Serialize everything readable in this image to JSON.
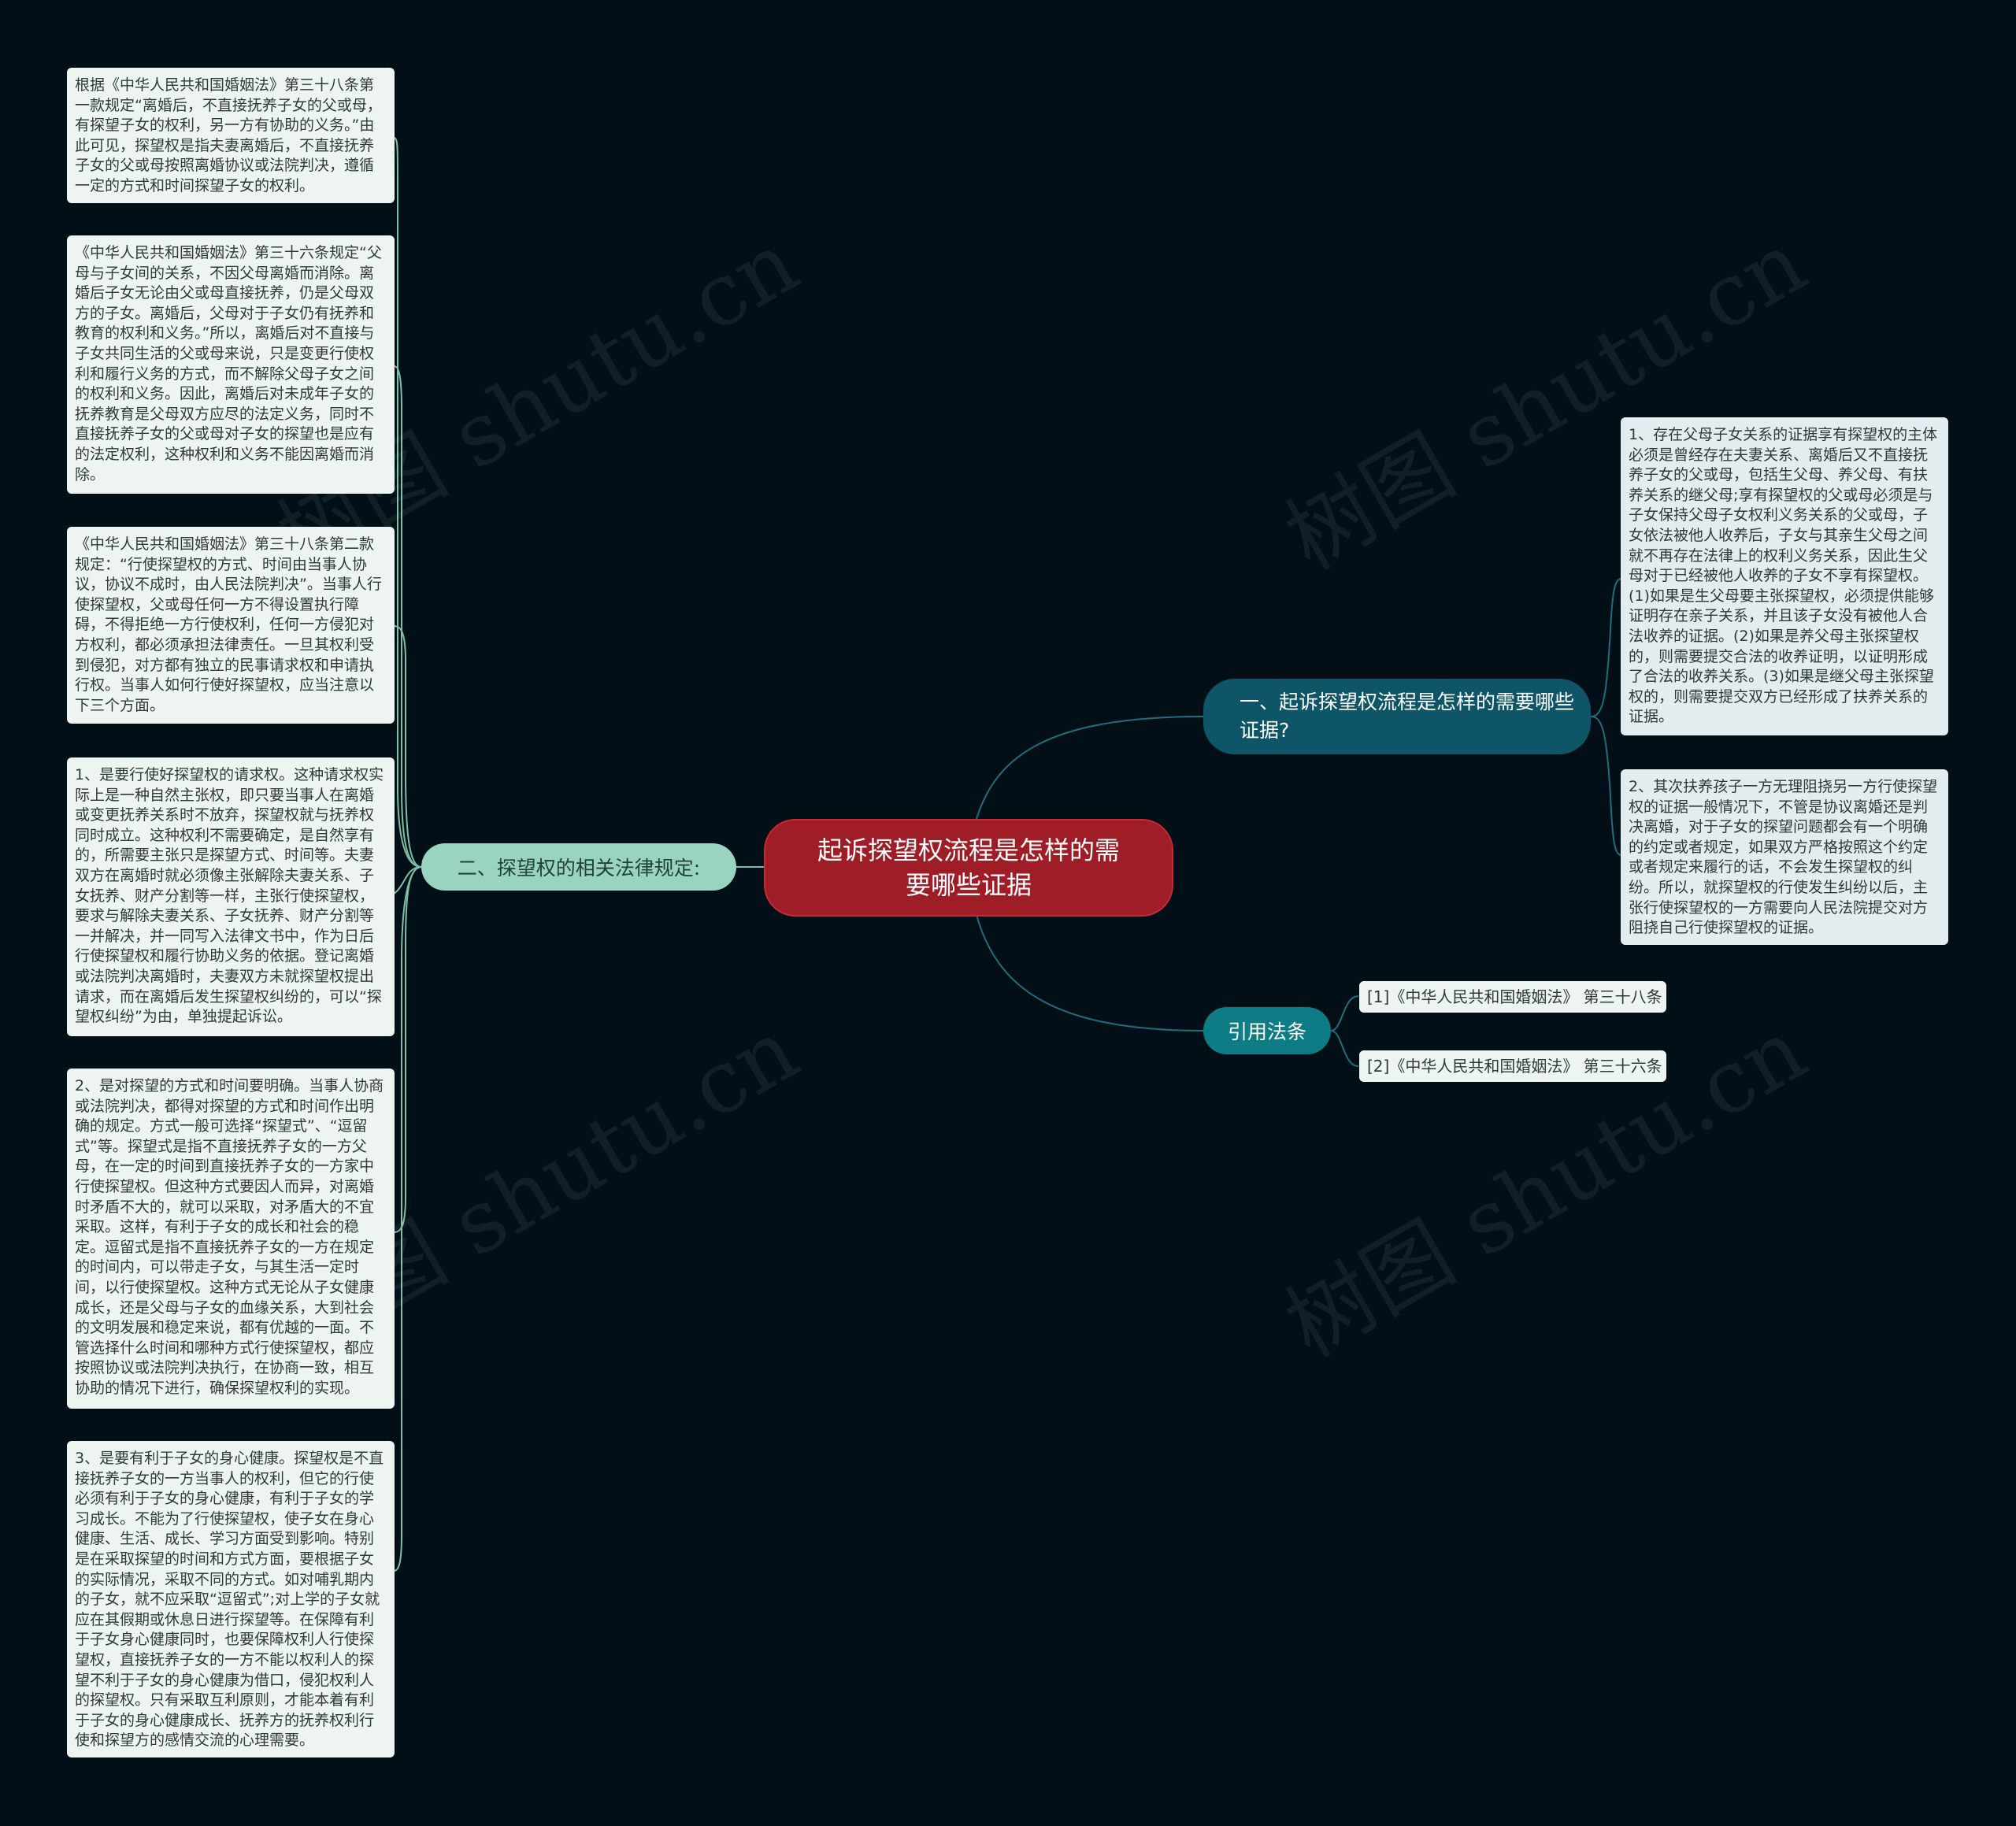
{
  "center": {
    "title": "起诉探望权流程是怎样的需要哪些证据"
  },
  "branches": {
    "evidence": {
      "label": "一、起诉探望权流程是怎样的需要哪些证据?",
      "items": [
        "1、存在父母子女关系的证据享有探望权的主体必须是曾经存在夫妻关系、离婚后又不直接抚养子女的父或母，包括生父母、养父母、有扶养关系的继父母;享有探望权的父或母必须是与子女保持父母子女权利义务关系的父或母，子女依法被他人收养后，子女与其亲生父母之间就不再存在法律上的权利义务关系，因此生父母对于已经被他人收养的子女不享有探望权。(1)如果是生父母要主张探望权，必须提供能够证明存在亲子关系，并且该子女没有被他人合法收养的证据。(2)如果是养父母主张探望权的，则需要提交合法的收养证明，以证明形成了合法的收养关系。(3)如果是继父母主张探望权的，则需要提交双方已经形成了扶养关系的证据。",
        "2、其次扶养孩子一方无理阻挠另一方行使探望权的证据一般情况下，不管是协议离婚还是判决离婚，对于子女的探望问题都会有一个明确的约定或者规定，如果双方严格按照这个约定或者规定来履行的话，不会发生探望权的纠纷。所以，就探望权的行使发生纠纷以后，主张行使探望权的一方需要向人民法院提交对方阻挠自己行使探望权的证据。"
      ]
    },
    "law": {
      "label": "二、探望权的相关法律规定:",
      "items": [
        "根据《中华人民共和国婚姻法》第三十八条第一款规定“离婚后，不直接抚养子女的父或母，有探望子女的权利，另一方有协助的义务。”由此可见，探望权是指夫妻离婚后，不直接抚养子女的父或母按照离婚协议或法院判决，遵循一定的方式和时间探望子女的权利。",
        "《中华人民共和国婚姻法》第三十六条规定“父母与子女间的关系，不因父母离婚而消除。离婚后子女无论由父或母直接抚养，仍是父母双方的子女。离婚后，父母对于子女仍有抚养和教育的权利和义务。”所以，离婚后对不直接与子女共同生活的父或母来说，只是变更行使权利和履行义务的方式，而不解除父母子女之间的权利和义务。因此，离婚后对未成年子女的抚养教育是父母双方应尽的法定义务，同时不直接抚养子女的父或母对子女的探望也是应有的法定权利，这种权利和义务不能因离婚而消除。",
        "《中华人民共和国婚姻法》第三十八条第二款规定：“行使探望权的方式、时间由当事人协议，协议不成时，由人民法院判决”。当事人行使探望权，父或母任何一方不得设置执行障碍，不得拒绝一方行使权利，任何一方侵犯对方权利，都必须承担法律责任。一旦其权利受到侵犯，对方都有独立的民事请求权和申请执行权。当事人如何行使好探望权，应当注意以下三个方面。",
        "1、是要行使好探望权的请求权。这种请求权实际上是一种自然主张权，即只要当事人在离婚或变更抚养关系时不放弃，探望权就与抚养权同时成立。这种权利不需要确定，是自然享有的，所需要主张只是探望方式、时间等。夫妻双方在离婚时就必须像主张解除夫妻关系、子女抚养、财产分割等一样，主张行使探望权，要求与解除夫妻关系、子女抚养、财产分割等一并解决，并一同写入法律文书中，作为日后行使探望权和履行协助义务的依据。登记离婚或法院判决离婚时，夫妻双方未就探望权提出请求，而在离婚后发生探望权纠纷的，可以“探望权纠纷”为由，单独提起诉讼。",
        "2、是对探望的方式和时间要明确。当事人协商或法院判决，都得对探望的方式和时间作出明确的规定。方式一般可选择“探望式”、“逗留式”等。探望式是指不直接抚养子女的一方父母，在一定的时间到直接抚养子女的一方家中行使探望权。但这种方式要因人而异，对离婚时矛盾不大的，就可以采取，对矛盾大的不宜采取。这样，有利于子女的成长和社会的稳定。逗留式是指不直接抚养子女的一方在规定的时间内，可以带走子女，与其生活一定时间，以行使探望权。这种方式无论从子女健康成长，还是父母与子女的血缘关系，大到社会的文明发展和稳定来说，都有优越的一面。不管选择什么时间和哪种方式行使探望权，都应按照协议或法院判决执行，在协商一致，相互协助的情况下进行，确保探望权利的实现。",
        "3、是要有利于子女的身心健康。探望权是不直接抚养子女的一方当事人的权利，但它的行使必须有利于子女的身心健康，有利于子女的学习成长。不能为了行使探望权，使子女在身心健康、生活、成长、学习方面受到影响。特别是在采取探望的时间和方式方面，要根据子女的实际情况，采取不同的方式。如对哺乳期内的子女，就不应采取“逗留式”;对上学的子女就应在其假期或休息日进行探望等。在保障有利于子女身心健康同时，也要保障权利人行使探望权，直接抚养子女的一方不能以权利人的探望不利于子女的身心健康为借口，侵犯权利人的探望权。只有采取互利原则，才能本着有利于子女的身心健康成长、抚养方的抚养权利行使和探望方的感情交流的心理需要。"
      ]
    },
    "refs": {
      "label": "引用法条",
      "items": [
        "[1]《中华人民共和国婚姻法》 第三十八条",
        "[2]《中华人民共和国婚姻法》 第三十六条"
      ]
    }
  },
  "watermark": "树图 shutu.cn",
  "colors": {
    "background": "#020f17",
    "center": "#9e1d27",
    "branch_left": "#99d4c1",
    "branch_right": "#0e5667",
    "branch_ref": "#0d7c85",
    "link_left": "#7fbfa8",
    "link_right": "#1d6f7e"
  }
}
